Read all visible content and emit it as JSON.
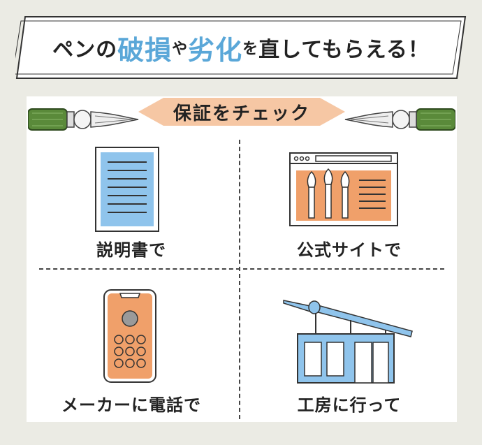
{
  "header": {
    "title_parts": {
      "p1": "ペンの",
      "p2": "破損",
      "p3": "や",
      "p4": "劣化",
      "p5": "を",
      "p6": "直してもらえる！"
    }
  },
  "check": {
    "title": "保証をチェック",
    "options": [
      {
        "label": "説明書で",
        "icon": "manual-icon"
      },
      {
        "label": "公式サイトで",
        "icon": "website-icon"
      },
      {
        "label": "メーカーに電話で",
        "icon": "phone-icon"
      },
      {
        "label": "工房に行って",
        "icon": "workshop-icon"
      }
    ]
  },
  "colors": {
    "accent_blue": "#5aa7d8",
    "accent_orange": "#ef9a63",
    "pen_green": "#5a8a3a",
    "background": "#ebebe4"
  }
}
